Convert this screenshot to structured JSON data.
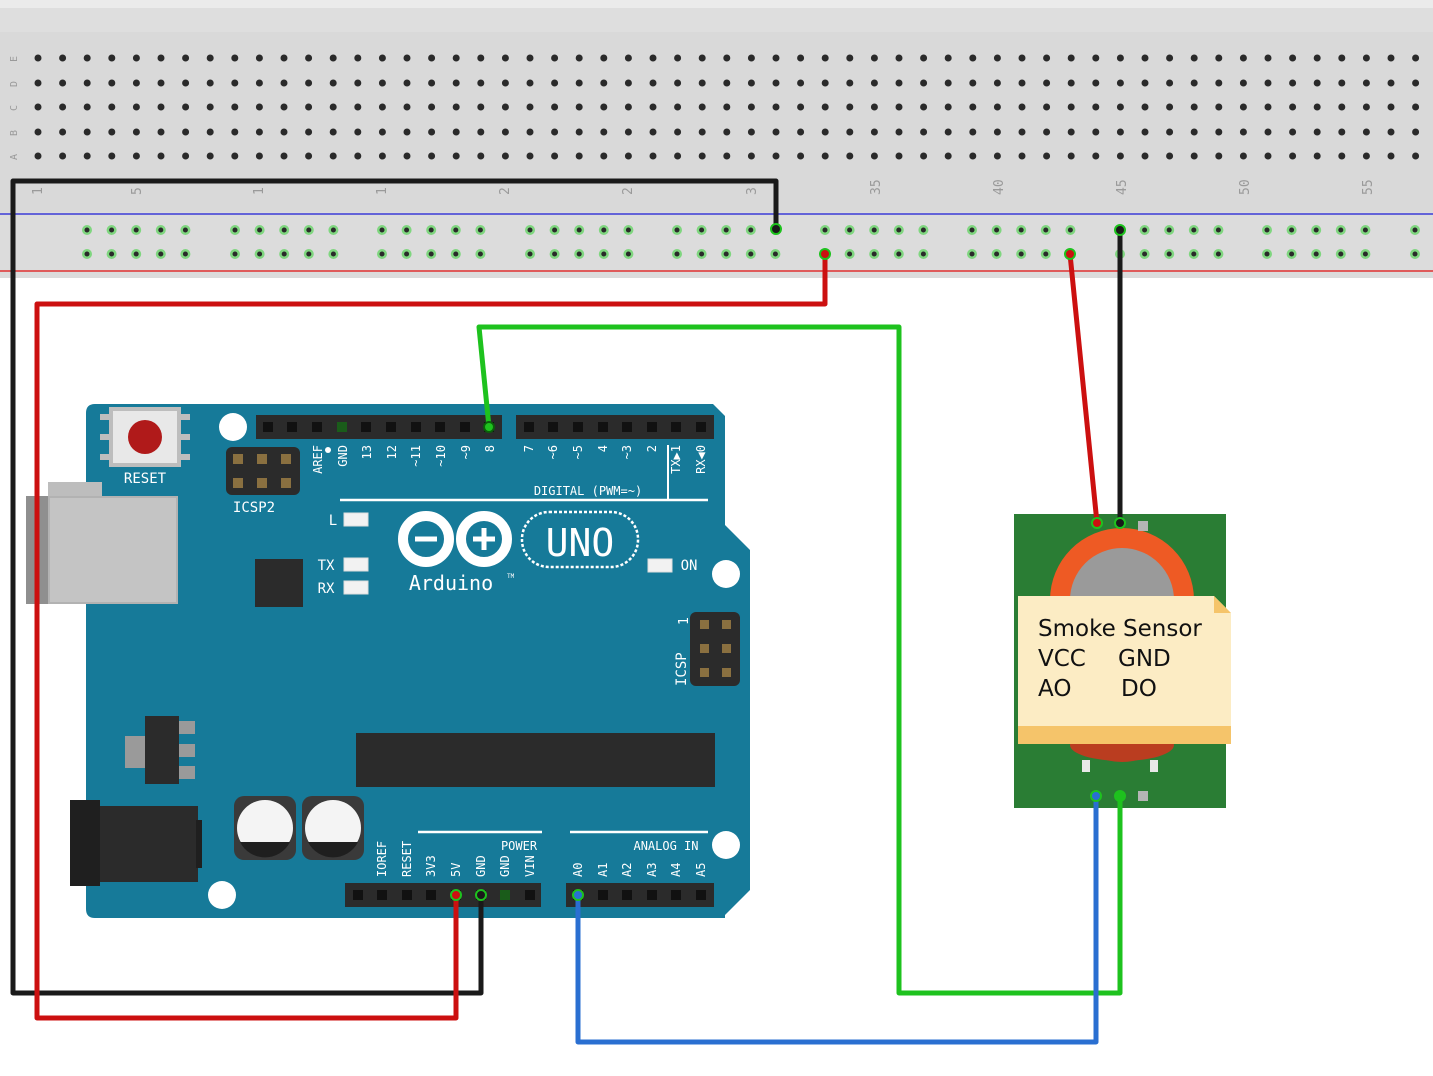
{
  "breadboard": {
    "row_letters": [
      "E",
      "D",
      "C",
      "B",
      "A"
    ],
    "column_numbers": [
      "1",
      "5",
      "1",
      "1",
      "2",
      "2",
      "3",
      "35",
      "40",
      "45",
      "50",
      "55"
    ]
  },
  "arduino": {
    "reset_label": "RESET",
    "icsp2_label": "ICSP2",
    "icsp_label": "ICSP",
    "icsp_pin1": "1",
    "led_l": "L",
    "led_tx": "TX",
    "led_rx": "RX",
    "led_on": "ON",
    "logo_uno": "UNO",
    "logo_brand": "Arduino",
    "logo_tm": "TM",
    "digital_label": "DIGITAL (PWM=~)",
    "power_label": "POWER",
    "analog_label": "ANALOG IN",
    "digital_pins_left": [
      "AREF",
      "GND",
      "13",
      "12",
      "~11",
      "~10",
      "~9",
      "8"
    ],
    "digital_pins_right": [
      "7",
      "~6",
      "~5",
      "4",
      "~3",
      "2",
      "TX▶1",
      "RX◀0"
    ],
    "power_pins": [
      "IOREF",
      "RESET",
      "3V3",
      "5V",
      "GND",
      "GND",
      "VIN"
    ],
    "analog_pins": [
      "A0",
      "A1",
      "A2",
      "A3",
      "A4",
      "A5"
    ]
  },
  "sensor_note": {
    "title": "Smoke Sensor",
    "pin_vcc": "VCC",
    "pin_gnd": "GND",
    "pin_ao": "AO",
    "pin_do": "DO"
  },
  "colors": {
    "breadboard": "#d9d9d9",
    "board": "#167a99",
    "sensor_pcb": "#2a7d34",
    "wire_red": "#cc1010",
    "wire_black": "#1a1a1a",
    "wire_green": "#1ec21e",
    "wire_blue": "#2a6fd1",
    "note": "#fcecc4"
  }
}
